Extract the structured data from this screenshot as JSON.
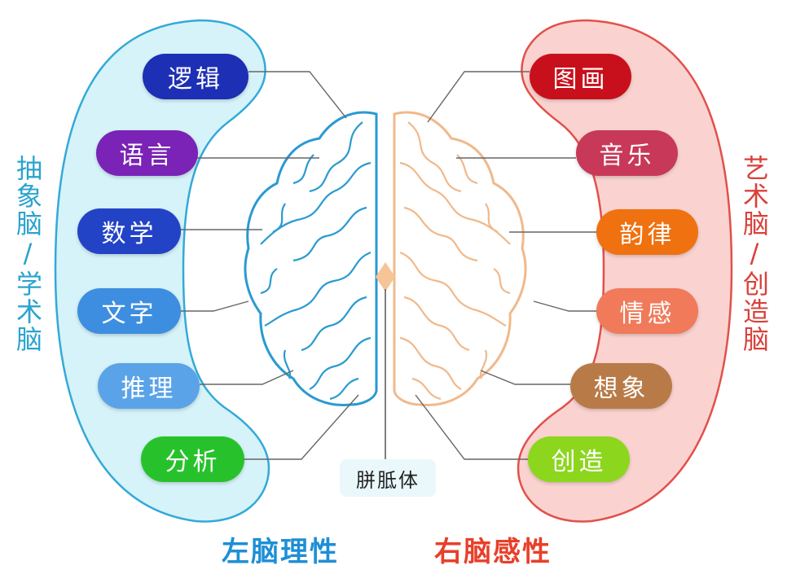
{
  "left": {
    "side_label": "抽象脑/学术脑",
    "bottom_title": "左脑理性",
    "title_color": "#1d8fd6",
    "side_color": "#2aa3cf",
    "items": [
      {
        "label": "逻辑",
        "color": "#1c2fb5"
      },
      {
        "label": "语言",
        "color": "#7a23b6"
      },
      {
        "label": "数学",
        "color": "#2343c7"
      },
      {
        "label": "文字",
        "color": "#3d8ee0"
      },
      {
        "label": "推理",
        "color": "#5aa3e8"
      },
      {
        "label": "分析",
        "color": "#27c22b"
      }
    ]
  },
  "right": {
    "side_label": "艺术脑/创造脑",
    "bottom_title": "右脑感性",
    "title_color": "#e83f2a",
    "side_color": "#d8413a",
    "items": [
      {
        "label": "图画",
        "color": "#c8101c"
      },
      {
        "label": "音乐",
        "color": "#c83859"
      },
      {
        "label": "韵律",
        "color": "#f0710f"
      },
      {
        "label": "情感",
        "color": "#f07a5a"
      },
      {
        "label": "想象",
        "color": "#b87b48"
      },
      {
        "label": "创造",
        "color": "#8cd61e"
      }
    ]
  },
  "corpus_callosum": "胼胝体"
}
